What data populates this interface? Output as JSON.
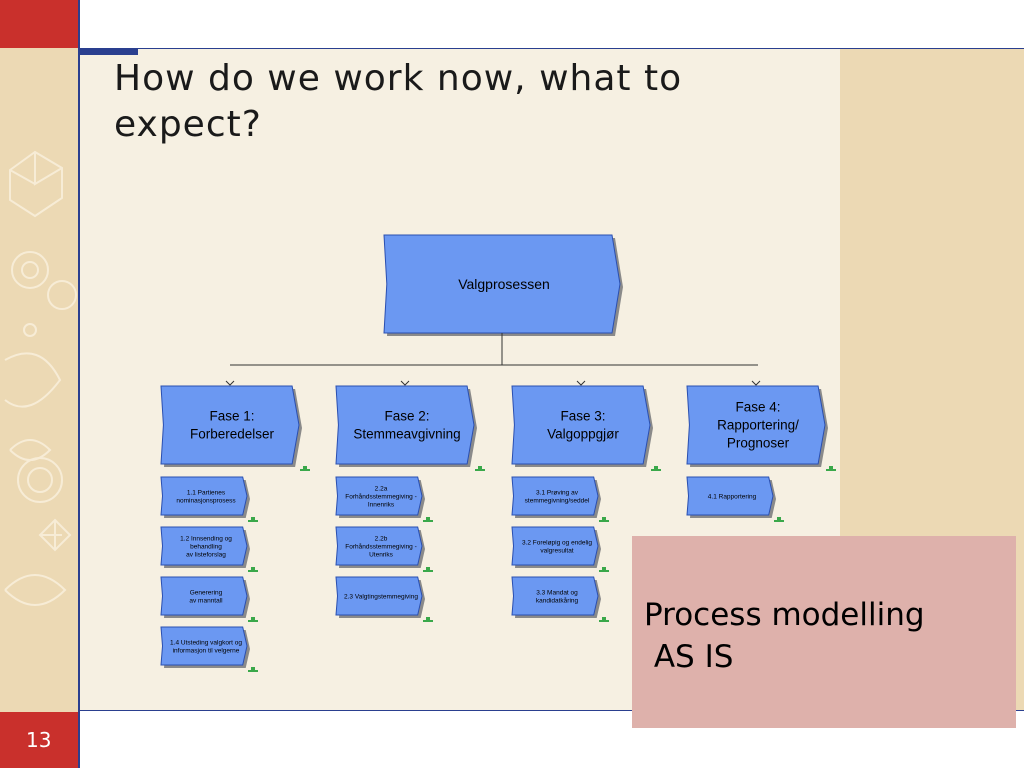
{
  "slide": {
    "title": "How do we work now, what to expect?",
    "page_number": "13"
  },
  "diagram": {
    "root": "Valgprosessen",
    "phases": [
      {
        "lines": [
          "Fase 1:",
          "Forberedelser"
        ],
        "steps": [
          [
            "1.1 Partienes",
            "nominasjonsprosess"
          ],
          [
            "1.2 Innsending og",
            "behandling",
            "av listeforslag"
          ],
          [
            "Generering",
            "av manntall"
          ],
          [
            "1.4 Utsteding valgkort og",
            "informasjon til velgerne"
          ]
        ]
      },
      {
        "lines": [
          "Fase 2:",
          "Stemmeavgivning"
        ],
        "steps": [
          [
            "2.2a",
            "Forhåndsstemmegiving -",
            "Innenriks"
          ],
          [
            "2.2b",
            "Forhåndsstemmegiving -",
            "Utenriks"
          ],
          [
            "2.3 Valgtingstemmegiving"
          ]
        ]
      },
      {
        "lines": [
          "Fase 3:",
          "Valgoppgjør"
        ],
        "steps": [
          [
            "3.1 Prøving av",
            "stemmegivning/seddel"
          ],
          [
            "3.2 Foreløpig og endelig",
            "valgresultat"
          ],
          [
            "3.3 Mandat og",
            "kandidatkåring"
          ]
        ]
      },
      {
        "lines": [
          "Fase 4:",
          "Rapportering/",
          "Prognoser"
        ],
        "steps": [
          [
            "4.1  Rapportering"
          ]
        ]
      }
    ],
    "colors": {
      "node_fill": "#6b98f2",
      "node_stroke": "#2a4fb0",
      "shadow": "#8a8a8a",
      "connector": "#333333",
      "link_icon": "#3aa84a"
    }
  },
  "callout": {
    "line1": "Process modelling",
    "line2": " AS IS",
    "color": "#deb1ab"
  }
}
